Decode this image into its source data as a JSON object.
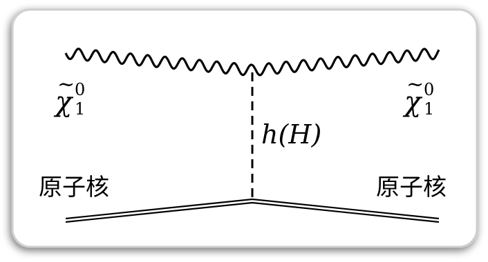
{
  "diagram": {
    "particle_left": {
      "symbol": "χ",
      "tilde": "~",
      "superscript": "0",
      "subscript": "1"
    },
    "particle_right": {
      "symbol": "χ",
      "tilde": "~",
      "superscript": "0",
      "subscript": "1"
    },
    "mediator_label": "h(H)",
    "nucleus_left_label": "原子核",
    "nucleus_right_label": "原子核"
  }
}
